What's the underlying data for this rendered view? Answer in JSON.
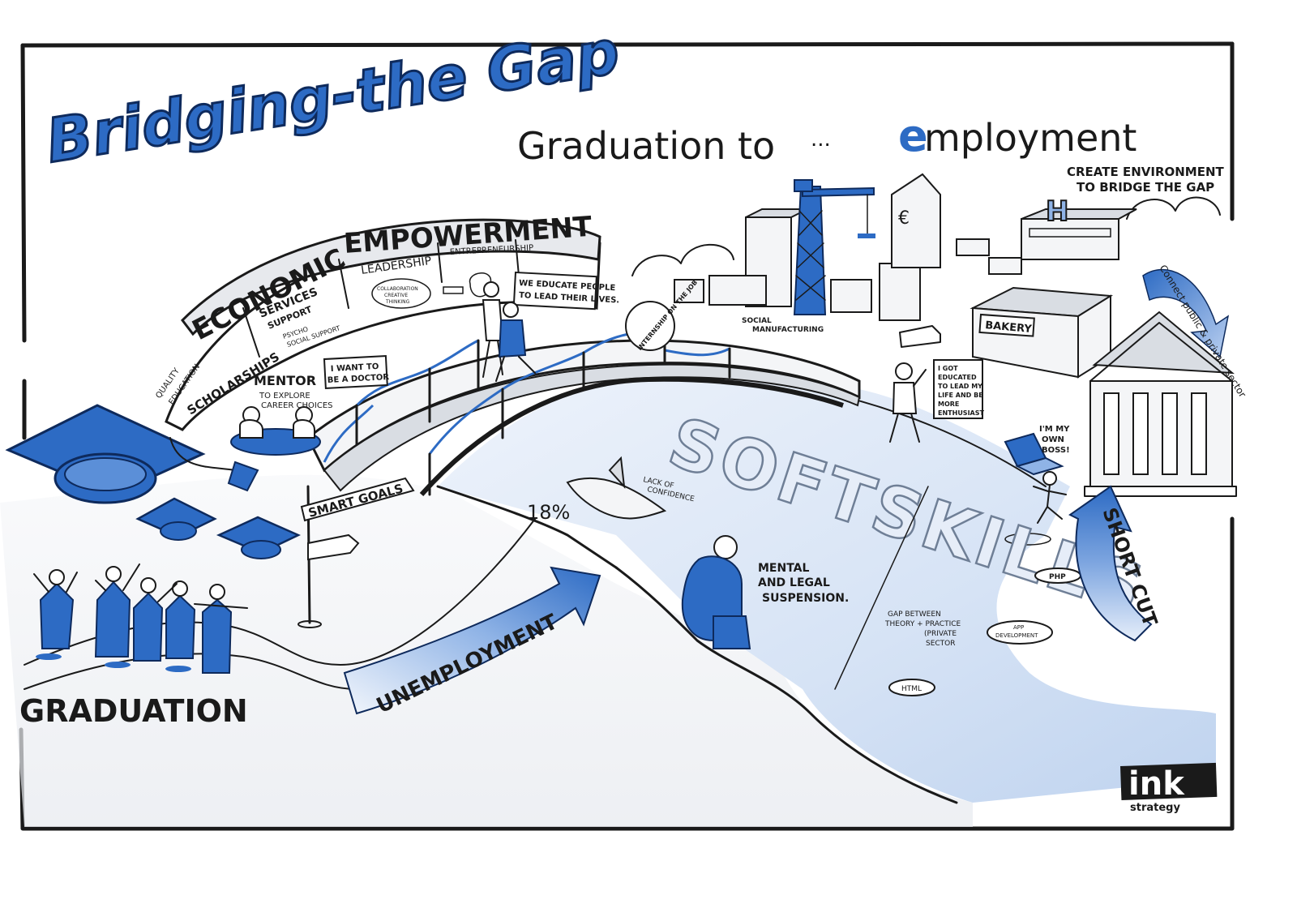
{
  "title": "Bridging-the Gap",
  "subtitle_left": "Graduation to",
  "subtitle_dots": "...",
  "subtitle_right_initial": "e",
  "subtitle_right_rest": "mployment",
  "create_environment": [
    "CREATE ENVIRONMENT",
    "TO BRIDGE THE GAP"
  ],
  "connect_public": "Connect public & private sector",
  "arch": {
    "main": "ECONOMIC EMPOWERMENT",
    "economic": "ECONOMIC",
    "empowerment": "EMPOWERMENT",
    "services": [
      "SERVICES",
      "SUPPORT"
    ],
    "psycho": [
      "PSYCHO",
      "SOCIAL SUPPORT"
    ],
    "leadership": "LEADERSHIP",
    "collaboration": [
      "COLLABORATION",
      "CREATIVE",
      "THINKING"
    ],
    "entrepreneurship": "ENTREPRENEURSHIP",
    "scholarships": "SCHOLARSHIPS",
    "quality": [
      "QUALITY",
      "EDUCATION"
    ]
  },
  "we_educate": [
    "WE EDUCATE PEOPLE",
    "TO LEAD THEIR LIVES."
  ],
  "internship": "INTERNSHIP ON THE JOB",
  "social_manufacturing": [
    "SOCIAL",
    "MANUFACTURING"
  ],
  "bakery": "BAKERY",
  "hospital_letter": "H",
  "euro_symbol": "€",
  "mentor": [
    "MENTOR",
    "TO EXPLORE",
    "CAREER CHOICES"
  ],
  "want_doctor": [
    "I WANT TO",
    "BE A DOCTOR"
  ],
  "smart_goals": "SMART GOALS",
  "got_educated": [
    "I GOT",
    "EDUCATED",
    "TO LEAD MY",
    "LIFE AND BE",
    "MORE",
    "ENTHUSIAST"
  ],
  "own_boss": [
    "I'M MY",
    "OWN",
    "BOSS!"
  ],
  "soft_skills": "SOFTSKILLS",
  "lack_confidence": [
    "LACK OF",
    "CONFIDENCE"
  ],
  "percent": "18%",
  "mental": [
    "MENTAL",
    "AND LEGAL",
    "SUSPENSION."
  ],
  "gap_between": [
    "GAP BETWEEN",
    "THEORY + PRACTICE",
    "(PRIVATE",
    "SECTOR"
  ],
  "php": "PHP",
  "app_dev": [
    "APP",
    "DEVELOPMENT"
  ],
  "html": "HTML",
  "short_cut": "SHORT CUT",
  "unemployment": "UNEMPLOYMENT",
  "graduation": "GRADUATION",
  "logo": {
    "main": "ink",
    "sub": "strategy"
  },
  "colors": {
    "accent": "#2d6bc4",
    "accent_light": "#8fb3e6",
    "water": "#dde7f5",
    "ink": "#1a1a1a"
  }
}
